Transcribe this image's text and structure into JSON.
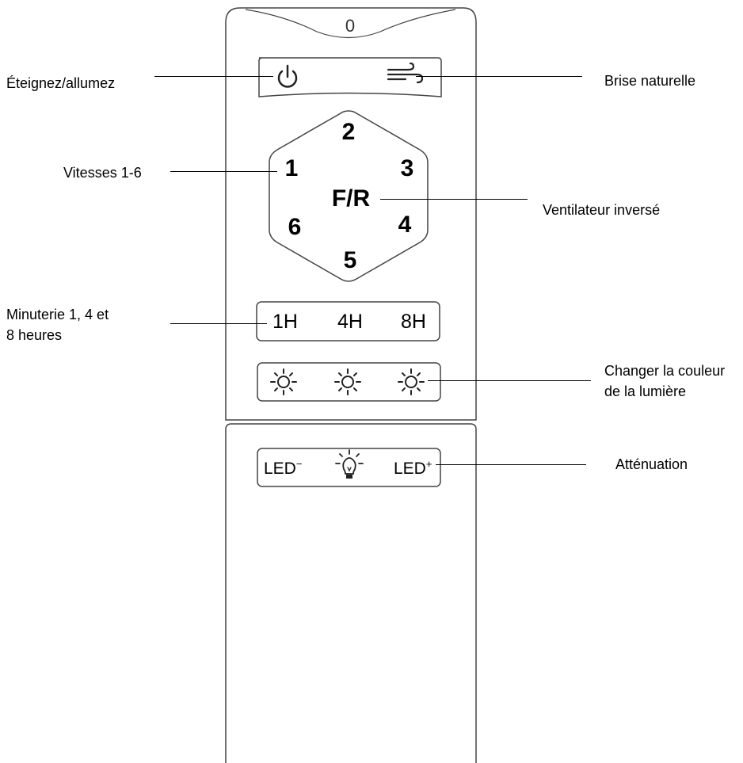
{
  "labels": {
    "power": "Éteignez/allumez",
    "breeze": "Brise naturelle",
    "speeds": "Vitesses 1-6",
    "reverse": "Ventilateur inversé",
    "timer_line1": "Minuterie 1, 4 et",
    "timer_line2": "8 heures",
    "color_line1": "Changer la couleur",
    "color_line2": "de la lumière",
    "dimming": "Atténuation"
  },
  "remote": {
    "speeds": {
      "s1": "1",
      "s2": "2",
      "s3": "3",
      "s4": "4",
      "s5": "5",
      "s6": "6"
    },
    "reverse_label": "F/R",
    "timers": [
      "1H",
      "4H",
      "8H"
    ],
    "led_minus": "LED",
    "led_minus_sup": "−",
    "led_plus": "LED",
    "led_plus_sup": "+",
    "top_indicator": "0",
    "icons": {
      "power": "power-icon",
      "breeze": "wind-icon",
      "color": "sun-icon",
      "bulb": "light-bulb-icon"
    }
  }
}
